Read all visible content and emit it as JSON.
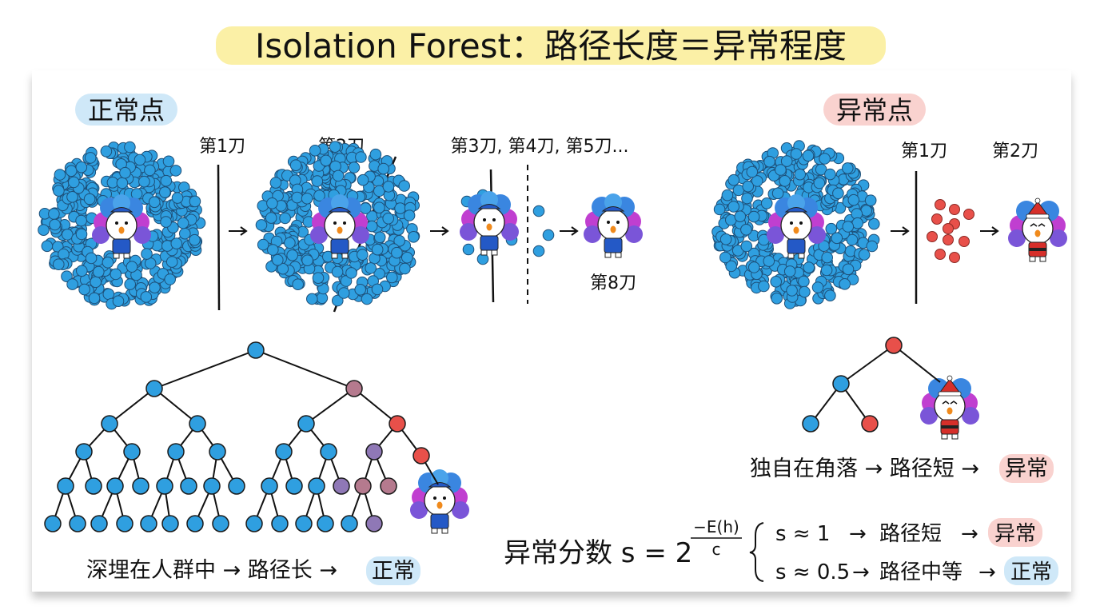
{
  "title": "Isolation Forest：路径长度＝异常程度",
  "normal": {
    "badge": "正常点",
    "cut1": "第1刀",
    "cut2": "第2刀",
    "cut345": "第3刀, 第4刀, 第5刀...",
    "cut8": "第8刀",
    "caption_text": "深埋在人群中 → 路径长 →",
    "caption_tag": "正常"
  },
  "anomaly": {
    "badge": "异常点",
    "cut1": "第1刀",
    "cut2": "第2刀",
    "caption_text": "独自在角落 → 路径短 →",
    "caption_tag": "异常"
  },
  "formula": {
    "label": "异常分数 s = 2",
    "exponent_numerator": "−E(h)",
    "exponent_denominator": "c",
    "case1_lhs": "s ≈ 1",
    "case1_arrow": "→",
    "case1_text": "路径短",
    "case1_tag": "异常",
    "case2_lhs": "s ≈ 0.5",
    "case2_arrow": "→",
    "case2_text": "路径中等",
    "case2_tag": "正常"
  },
  "colors": {
    "point_blue": "#2f9fe0",
    "point_red": "#e8504a",
    "point_mauve": "#b57a8e",
    "point_violet": "#8f78b6",
    "highlight_yellow": "#fbf0a6",
    "badge_blue": "#cfe8f8",
    "badge_red": "#f9d2cf",
    "line": "#111111"
  }
}
